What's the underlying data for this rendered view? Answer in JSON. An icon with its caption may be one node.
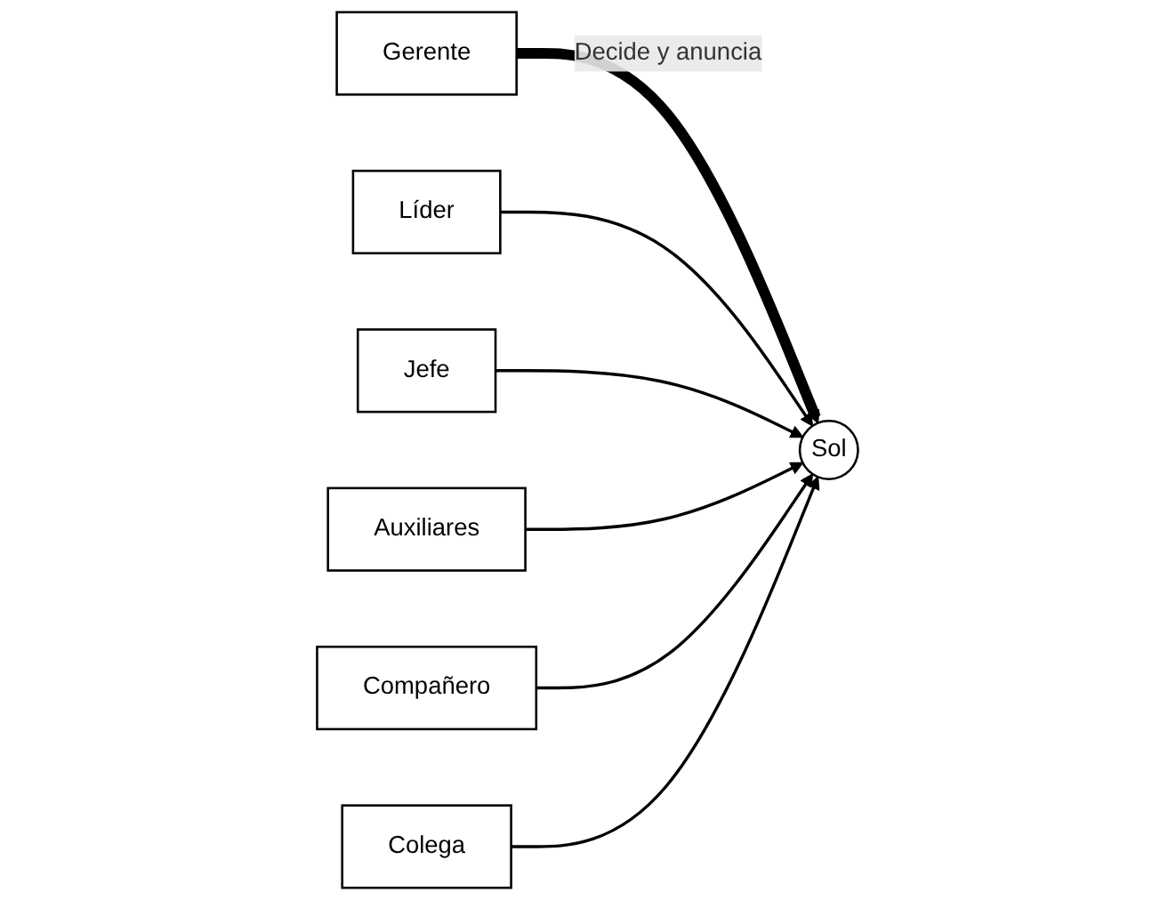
{
  "diagram": {
    "nodes": [
      {
        "text": [
          "Gerente"
        ]
      },
      {
        "text": [
          "Líder"
        ]
      },
      {
        "text": [
          "Sol"
        ]
      },
      {
        "text": [
          "Jefe"
        ]
      },
      {
        "text": [
          "Auxiliares"
        ]
      },
      {
        "text": [
          "Compañero"
        ]
      },
      {
        "text": [
          "Colega"
        ]
      }
    ],
    "edges": [
      {
        "from": 0,
        "to": 2,
        "arrow": "to",
        "label": "Decide y anuncia",
        "style": "thick"
      },
      {
        "from": 1,
        "to": 2,
        "arrow": "to"
      },
      {
        "from": 3,
        "to": 2,
        "arrow": "to"
      },
      {
        "from": 4,
        "to": 2,
        "arrow": "to"
      },
      {
        "from": 5,
        "to": 2,
        "arrow": "to"
      },
      {
        "from": 6,
        "to": 2,
        "arrow": "to"
      }
    ]
  }
}
